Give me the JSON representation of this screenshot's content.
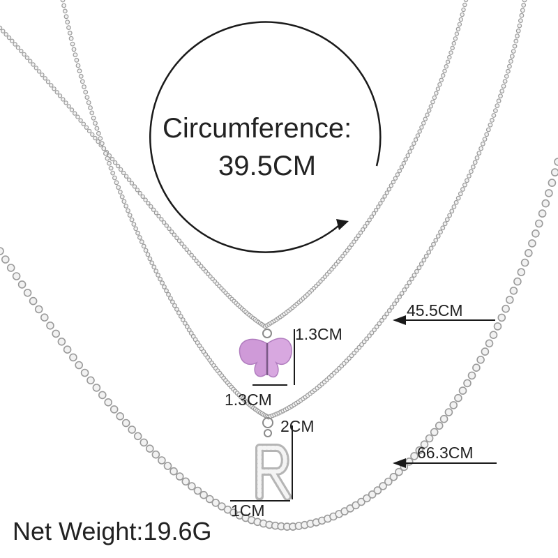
{
  "circumference": {
    "title": "Circumference:",
    "value": "39.5CM"
  },
  "measurements": {
    "butterfly_height": "1.3CM",
    "butterfly_width": "1.3CM",
    "letter_height": "2CM",
    "letter_width": "1CM",
    "middle_chain_length": "45.5CM",
    "outer_chain_length": "66.3CM"
  },
  "pendants": {
    "letter": "R"
  },
  "net_weight": "Net Weight:19.6G",
  "colors": {
    "background": "#ffffff",
    "chain": "#9a9a9a",
    "crystal": "#f2f2f2",
    "butterfly": "#cf9ad8",
    "annotation": "#222222"
  }
}
